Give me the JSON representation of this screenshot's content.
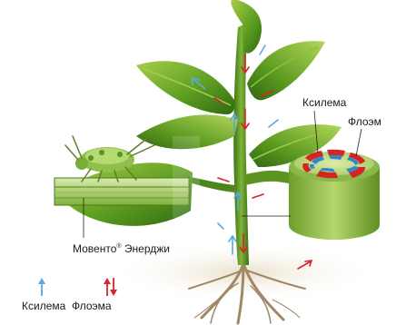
{
  "labels": {
    "xylem_callout": "Ксилема",
    "phloem_callout": "Флоэм",
    "product_name": "Мовенто",
    "product_mark": "®",
    "product_suffix": " Энерджи",
    "legend_xylem": "Ксилема",
    "legend_phloem": "Флоэма"
  },
  "colors": {
    "xylem_arrow": "#5aa8e0",
    "phloem_arrow": "#d8242a",
    "leaf": "#5a9a1e",
    "stem": "#4f8a1f",
    "root": "#a89370",
    "insect": "#8ab84a",
    "xylem_tissue": "#2f86d0",
    "phloem_tissue": "#d42424"
  },
  "icons": {
    "legend_xylem": "up-arrow-icon",
    "legend_phloem": "up-down-arrows-icon"
  }
}
